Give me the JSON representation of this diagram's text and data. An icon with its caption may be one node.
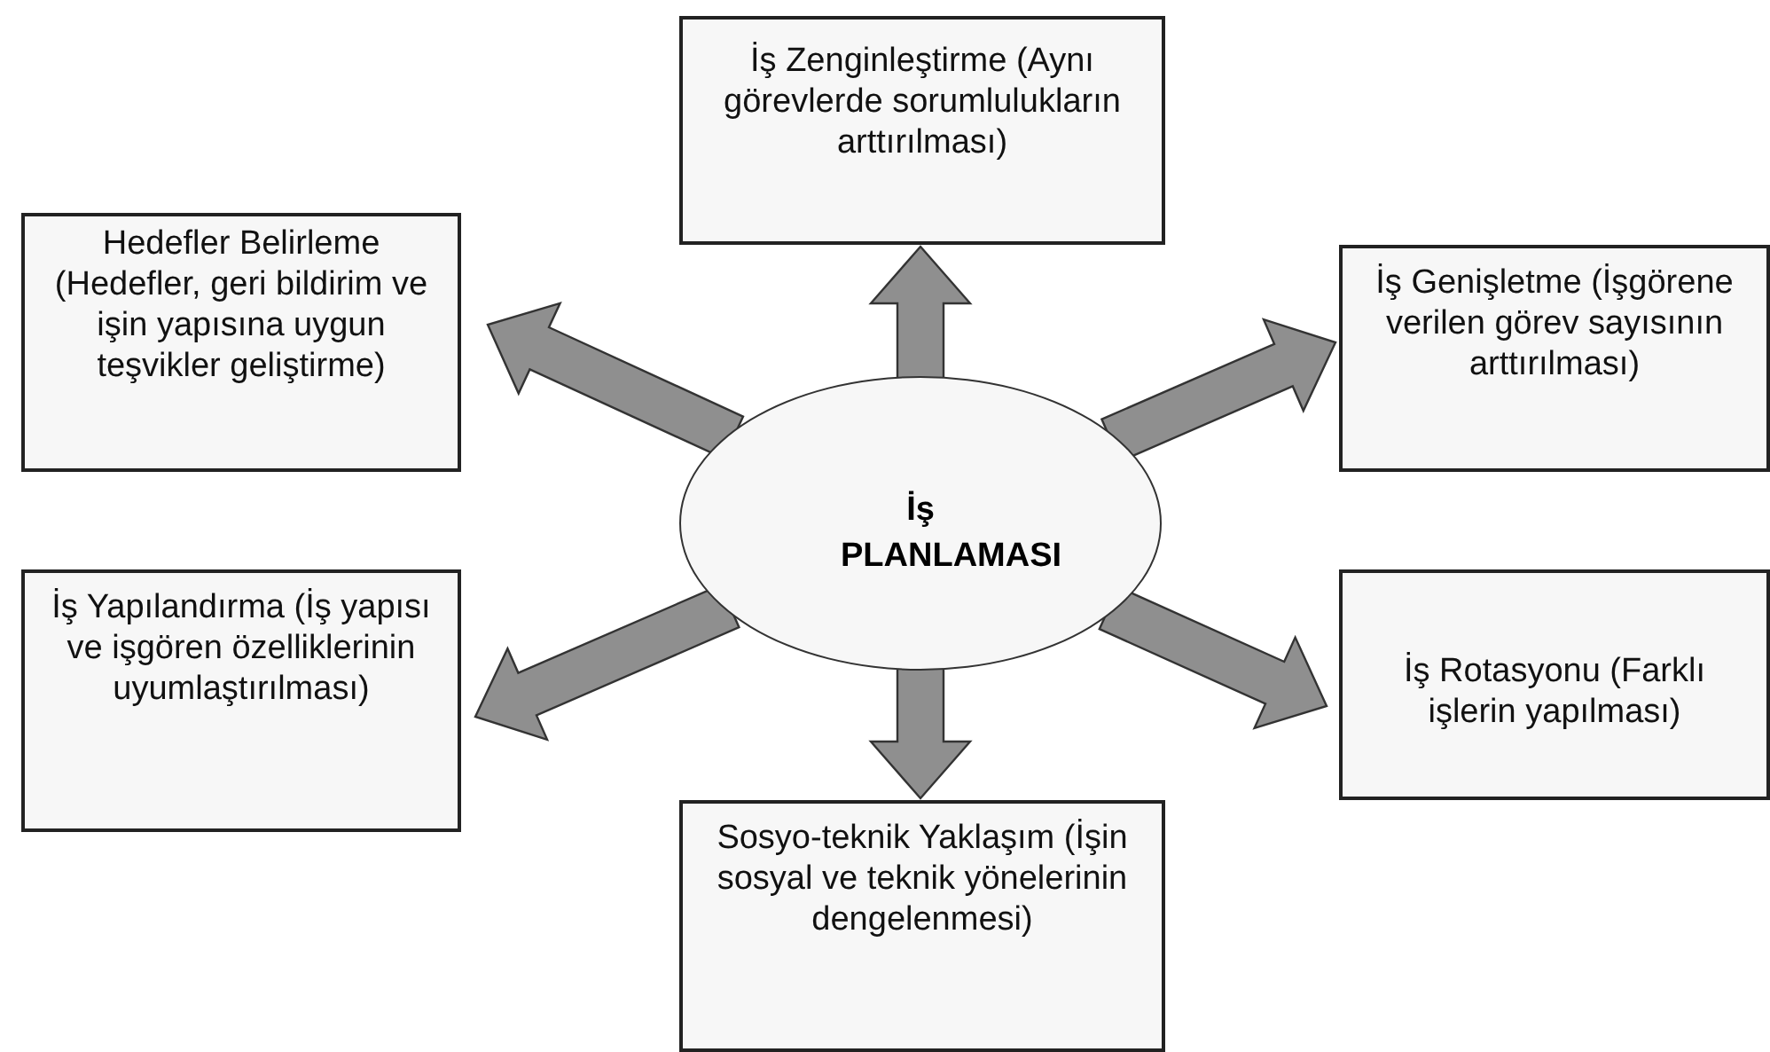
{
  "diagram": {
    "nodes": [
      {
        "text": [
          "İş Zenginleştirme (Aynı görevlerde sorumlulukların arttırılması)"
        ]
      },
      {
        "text": [
          "Hedefler Belirleme (Hedefler, geri bildirim ve işin yapısına uygun teşvikler geliştirme)"
        ]
      },
      {
        "text": [
          "İş Genişletme (İşgörene verilen görev sayısının arttırılması)"
        ]
      },
      {
        "text": [
          "İş PLANLAMASI"
        ]
      },
      {
        "text": [
          "İş Yapılandırma (İş yapısı ve işgören özelliklerinin uyumlaştırılması)"
        ]
      },
      {
        "text": [
          "İş Rotasyonu (Farklı işlerin yapılması)"
        ]
      },
      {
        "text": [
          "Sosyo-teknik Yaklaşım (İşin sosyal ve teknik yönelerinin dengelenmesi)"
        ]
      }
    ],
    "edges": [
      {
        "from": 3,
        "to": 0,
        "arrow": "to"
      },
      {
        "from": 3,
        "to": 1,
        "arrow": "to"
      },
      {
        "from": 3,
        "to": 2,
        "arrow": "to"
      },
      {
        "from": 3,
        "to": 4,
        "arrow": "to"
      },
      {
        "from": 3,
        "to": 5,
        "arrow": "to"
      },
      {
        "from": 3,
        "to": 6,
        "arrow": "to"
      }
    ]
  }
}
